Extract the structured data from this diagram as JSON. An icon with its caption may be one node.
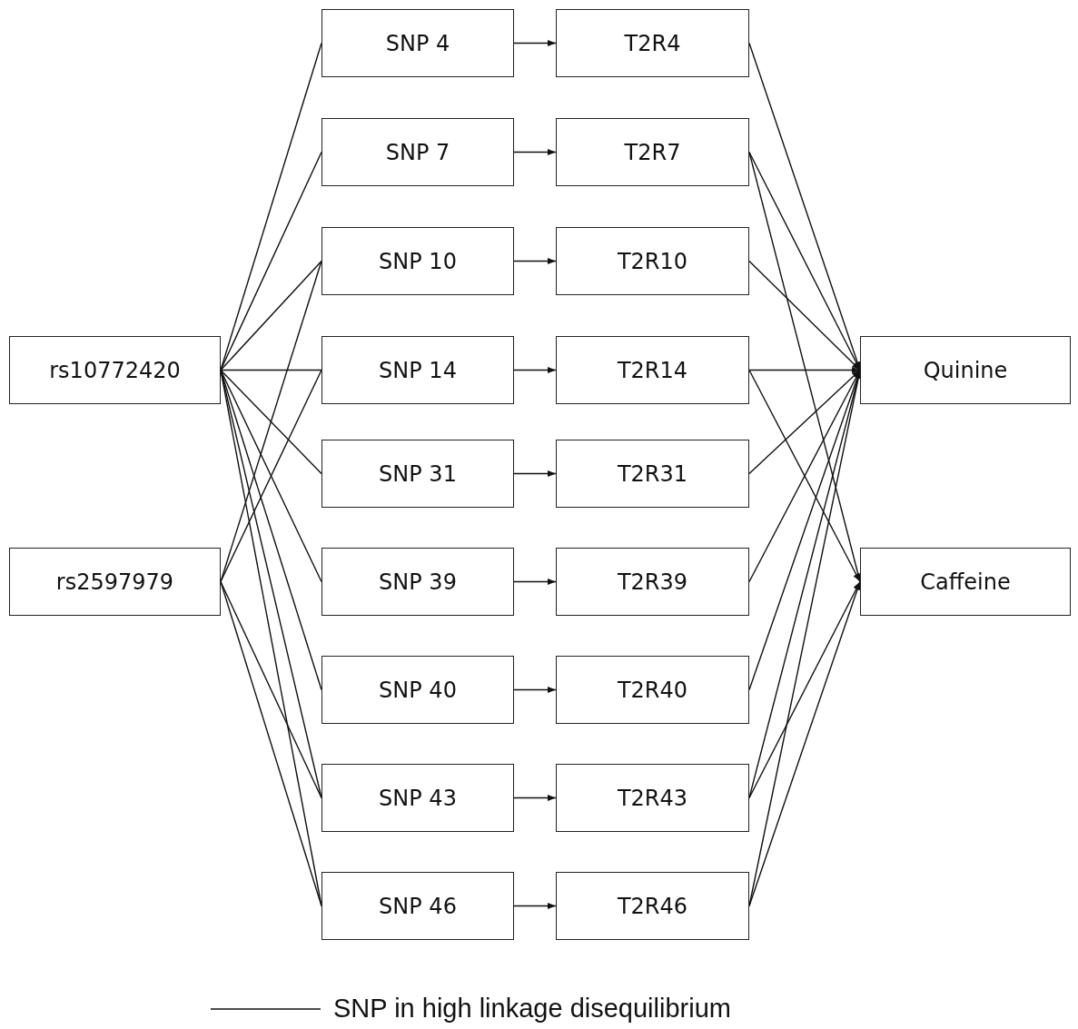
{
  "diagram": {
    "nodes": [
      {
        "text": [
          "rs10772420"
        ]
      },
      {
        "text": [
          "rs2597979"
        ]
      },
      {
        "text": [
          "SNP 4"
        ]
      },
      {
        "text": [
          "SNP 7"
        ]
      },
      {
        "text": [
          "SNP 10"
        ]
      },
      {
        "text": [
          "SNP 14"
        ]
      },
      {
        "text": [
          "SNP 31"
        ]
      },
      {
        "text": [
          "SNP 39"
        ]
      },
      {
        "text": [
          "SNP 40"
        ]
      },
      {
        "text": [
          "SNP 43"
        ]
      },
      {
        "text": [
          "SNP 46"
        ]
      },
      {
        "text": [
          "T2R4"
        ]
      },
      {
        "text": [
          "T2R7"
        ]
      },
      {
        "text": [
          "T2R10"
        ]
      },
      {
        "text": [
          "T2R14"
        ]
      },
      {
        "text": [
          "T2R31"
        ]
      },
      {
        "text": [
          "T2R39"
        ]
      },
      {
        "text": [
          "T2R40"
        ]
      },
      {
        "text": [
          "T2R43"
        ]
      },
      {
        "text": [
          "T2R46"
        ]
      },
      {
        "text": [
          "Quinine"
        ]
      },
      {
        "text": [
          "Caffeine"
        ]
      }
    ],
    "edges": [
      {
        "from": 0,
        "to": 2,
        "arrow": "none"
      },
      {
        "from": 0,
        "to": 3,
        "arrow": "none"
      },
      {
        "from": 0,
        "to": 4,
        "arrow": "none"
      },
      {
        "from": 0,
        "to": 5,
        "arrow": "none"
      },
      {
        "from": 0,
        "to": 6,
        "arrow": "none"
      },
      {
        "from": 0,
        "to": 7,
        "arrow": "none"
      },
      {
        "from": 0,
        "to": 8,
        "arrow": "none"
      },
      {
        "from": 0,
        "to": 9,
        "arrow": "none"
      },
      {
        "from": 0,
        "to": 10,
        "arrow": "none"
      },
      {
        "from": 1,
        "to": 4,
        "arrow": "none"
      },
      {
        "from": 1,
        "to": 5,
        "arrow": "none"
      },
      {
        "from": 1,
        "to": 9,
        "arrow": "none"
      },
      {
        "from": 1,
        "to": 10,
        "arrow": "none"
      },
      {
        "from": 2,
        "to": 11,
        "arrow": "to"
      },
      {
        "from": 3,
        "to": 12,
        "arrow": "to"
      },
      {
        "from": 4,
        "to": 13,
        "arrow": "to"
      },
      {
        "from": 5,
        "to": 14,
        "arrow": "to"
      },
      {
        "from": 6,
        "to": 15,
        "arrow": "to"
      },
      {
        "from": 7,
        "to": 16,
        "arrow": "to"
      },
      {
        "from": 8,
        "to": 17,
        "arrow": "to"
      },
      {
        "from": 9,
        "to": 18,
        "arrow": "to"
      },
      {
        "from": 10,
        "to": 19,
        "arrow": "to"
      },
      {
        "from": 11,
        "to": 20,
        "arrow": "to"
      },
      {
        "from": 12,
        "to": 20,
        "arrow": "to"
      },
      {
        "from": 13,
        "to": 20,
        "arrow": "to"
      },
      {
        "from": 14,
        "to": 20,
        "arrow": "to"
      },
      {
        "from": 15,
        "to": 20,
        "arrow": "to"
      },
      {
        "from": 16,
        "to": 20,
        "arrow": "to"
      },
      {
        "from": 17,
        "to": 20,
        "arrow": "to"
      },
      {
        "from": 18,
        "to": 20,
        "arrow": "to"
      },
      {
        "from": 19,
        "to": 20,
        "arrow": "to"
      },
      {
        "from": 12,
        "to": 21,
        "arrow": "to"
      },
      {
        "from": 14,
        "to": 21,
        "arrow": "to"
      },
      {
        "from": 18,
        "to": 21,
        "arrow": "to"
      },
      {
        "from": 19,
        "to": 21,
        "arrow": "to"
      }
    ],
    "legend": [
      {
        "text": "SNP in high linkage disequilibrium"
      }
    ]
  }
}
